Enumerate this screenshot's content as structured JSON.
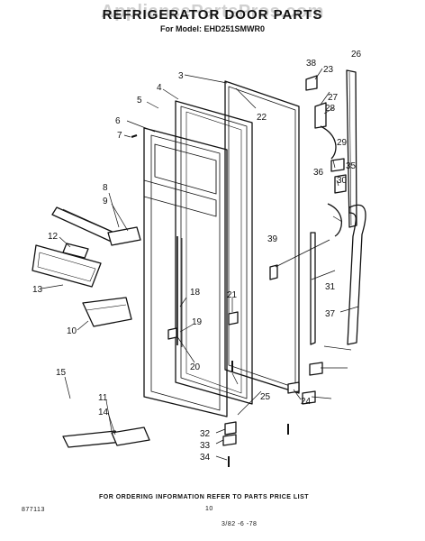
{
  "header": {
    "watermark": "AppliancePartsPros.com",
    "title": "REFRIGERATOR DOOR PARTS",
    "model_line": "For Model: EHD251SMWR0"
  },
  "callouts": [
    "3",
    "4",
    "5",
    "6",
    "7",
    "8",
    "9",
    "10",
    "11",
    "12",
    "13",
    "14",
    "15",
    "18",
    "19",
    "20",
    "21",
    "22",
    "23",
    "24",
    "25",
    "26",
    "27",
    "28",
    "29",
    "30",
    "31",
    "32",
    "33",
    "34",
    "35",
    "36",
    "37",
    "38",
    "39"
  ],
  "footer": {
    "note": "FOR ORDERING INFORMATION REFER TO PARTS PRICE LIST",
    "page_number": "10",
    "left_code": "877113",
    "right_code": "3/82 -6 -78"
  }
}
